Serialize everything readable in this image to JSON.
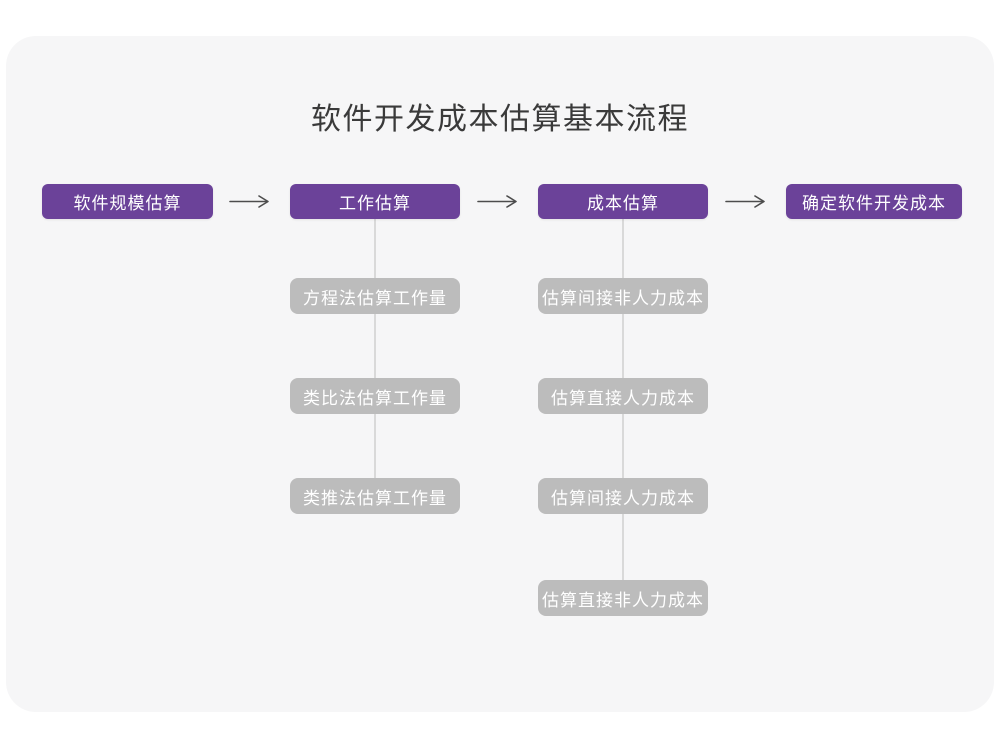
{
  "title": "软件开发成本估算基本流程",
  "colors": {
    "canvas_bg": "#F6F6F7",
    "primary": "#6B4299",
    "sub_box": "#BCBCBC",
    "connector": "#D9D9D9",
    "arrow": "#4D4D4D",
    "title_color": "#3A3A3A",
    "node_text": "#FFFFFF"
  },
  "flow": {
    "main_nodes": [
      {
        "label": "软件规模估算"
      },
      {
        "label": "工作估算"
      },
      {
        "label": "成本估算"
      },
      {
        "label": "确定软件开发成本"
      }
    ],
    "work_estimation_methods": [
      {
        "label": "方程法估算工作量"
      },
      {
        "label": "类比法估算工作量"
      },
      {
        "label": "类推法估算工作量"
      }
    ],
    "cost_estimation_steps": [
      {
        "label": "估算间接非人力成本"
      },
      {
        "label": "估算直接人力成本"
      },
      {
        "label": "估算间接人力成本"
      },
      {
        "label": "估算直接非人力成本"
      }
    ]
  }
}
